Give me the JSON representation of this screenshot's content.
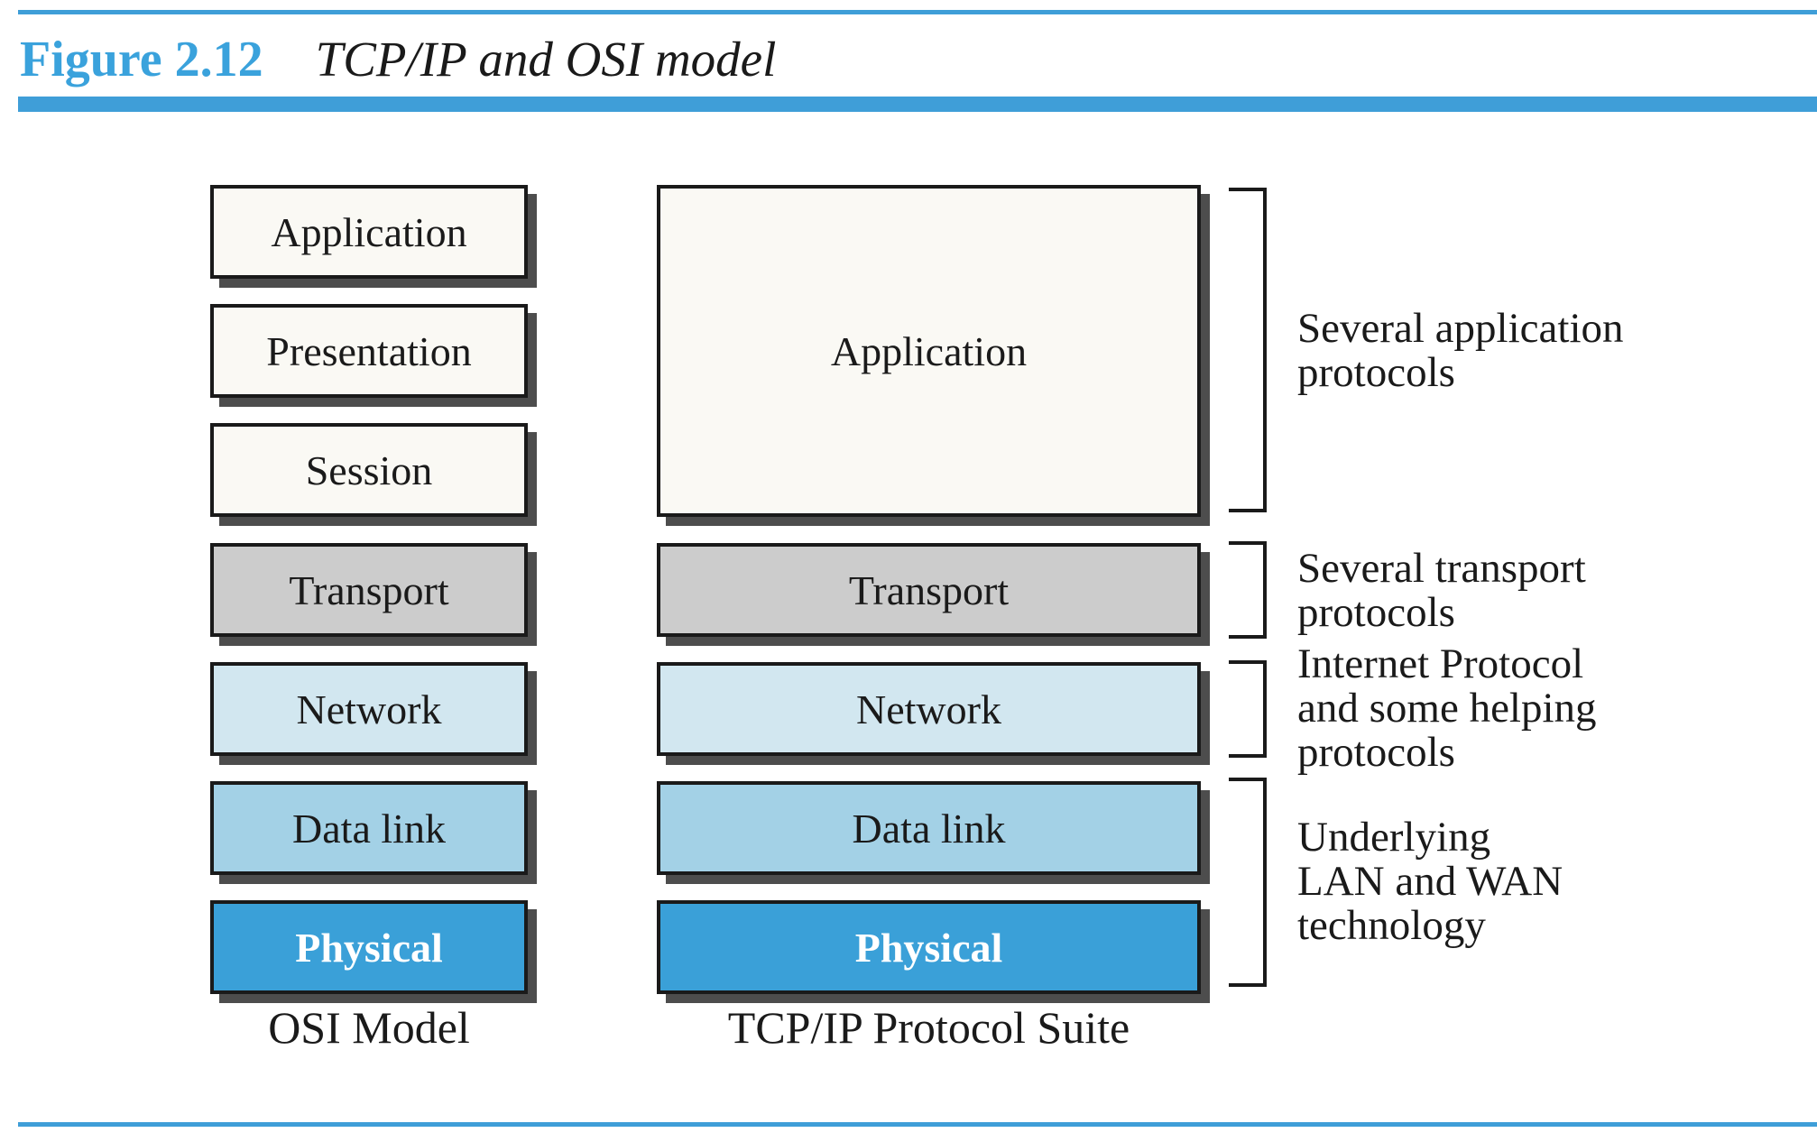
{
  "figure": {
    "label": "Figure 2.12",
    "title": "TCP/IP and OSI model"
  },
  "osi": {
    "caption": "OSI Model",
    "layers": [
      "Application",
      "Presentation",
      "Session",
      "Transport",
      "Network",
      "Data link",
      "Physical"
    ]
  },
  "tcpip": {
    "caption": "TCP/IP Protocol Suite",
    "layers": [
      "Application",
      "Transport",
      "Network",
      "Data link",
      "Physical"
    ]
  },
  "annotations": [
    {
      "lines": [
        "Several application",
        "protocols"
      ]
    },
    {
      "lines": [
        "Several transport",
        "protocols"
      ]
    },
    {
      "lines": [
        "Internet Protocol",
        "and some helping",
        "protocols"
      ]
    },
    {
      "lines": [
        "Underlying",
        "LAN and WAN",
        "technology"
      ]
    }
  ],
  "colors": {
    "accent": "#3f9ed8",
    "figure_label": "#3aa2dc",
    "box_white": "#faf9f4",
    "box_gray": "#cccccc",
    "box_light_blue": "#d2e7f0",
    "box_mid_blue": "#a3d1e6",
    "box_blue": "#3aa0d8",
    "shadow": "#4d4d4d",
    "border": "#1a1a1a",
    "text": "#1a1a1a",
    "physical_text": "#ffffff"
  }
}
